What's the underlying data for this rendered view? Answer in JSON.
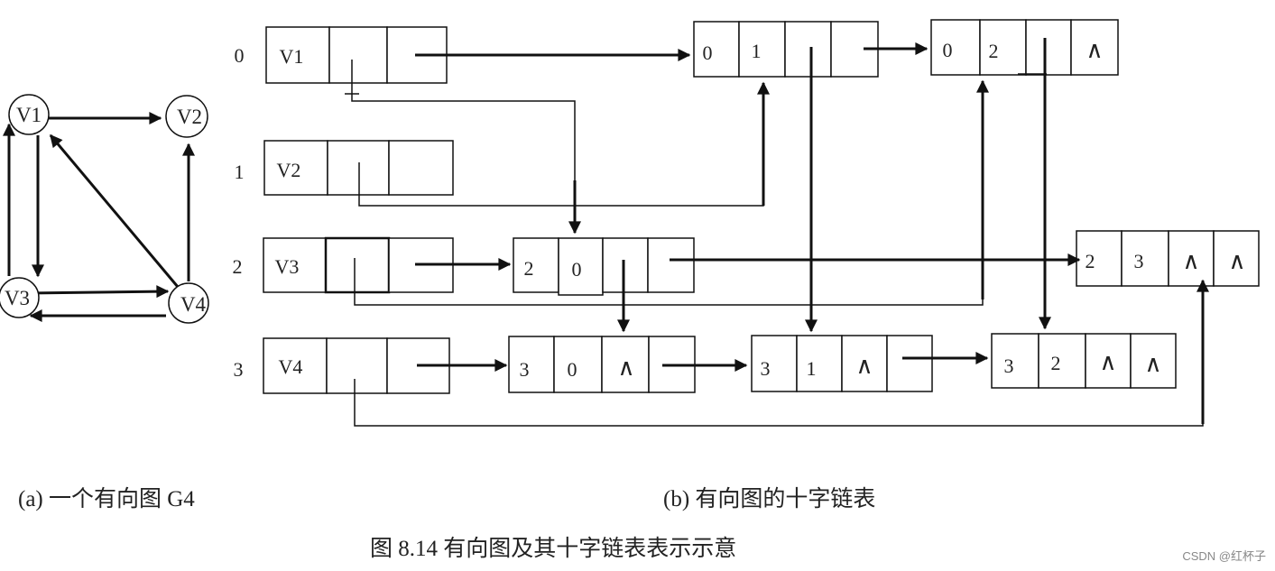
{
  "graph": {
    "nodes": [
      "V1",
      "V2",
      "V3",
      "V4"
    ],
    "edges": [
      [
        "V1",
        "V2"
      ],
      [
        "V1",
        "V3"
      ],
      [
        "V3",
        "V1"
      ],
      [
        "V3",
        "V4"
      ],
      [
        "V4",
        "V3"
      ],
      [
        "V4",
        "V2"
      ],
      [
        "V4",
        "V1"
      ]
    ]
  },
  "vertex_table": {
    "indices": [
      "0",
      "1",
      "2",
      "3"
    ],
    "labels": [
      "V1",
      "V2",
      "V3",
      "V4"
    ]
  },
  "arcs": {
    "a01": [
      "0",
      "1",
      "",
      ""
    ],
    "a02": [
      "0",
      "2",
      "",
      "∧"
    ],
    "a20": [
      "2",
      "0",
      "",
      ""
    ],
    "a23": [
      "2",
      "3",
      "∧",
      "∧"
    ],
    "a30": [
      "3",
      "0",
      "∧",
      ""
    ],
    "a31": [
      "3",
      "1",
      "∧",
      ""
    ],
    "a32": [
      "3",
      "2",
      "∧",
      "∧"
    ]
  },
  "captions": {
    "a": "(a)  一个有向图 G4",
    "b": "(b)  有向图的十字链表",
    "figure": "图 8.14    有向图及其十字链表表示示意"
  },
  "watermark": "CSDN @红杯子",
  "colors": {
    "stroke": "#111111",
    "text": "#222222",
    "background": "#ffffff"
  }
}
